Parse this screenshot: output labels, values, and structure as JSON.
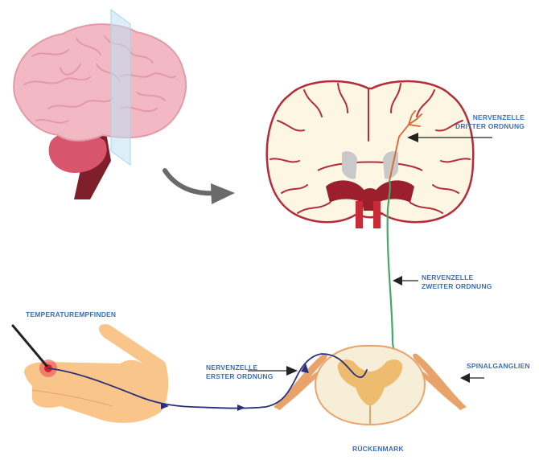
{
  "labels": {
    "temperature": "TEMPERATUREMPFINDEN",
    "first_order": [
      "NERVENZELLE",
      "ERSTER ORDNUNG"
    ],
    "second_order": [
      "NERVENZELLE",
      "ZWEITER ORDNUNG"
    ],
    "third_order": [
      "NERVENZELLE",
      "DRITTER ORDNUNG"
    ],
    "spinal_ganglia": "SPINALGANGLIEN",
    "spinal_cord": "RÜCKENMARK"
  },
  "colors": {
    "label": "#3d6fb6",
    "brain": "#f2b8c3",
    "brain_outline": "#e39aa8",
    "cerebellum": "#d9556e",
    "brainstem": "#7e1f2b",
    "section_fill": "#fcf6e2",
    "section_outline": "#b42b3a",
    "first_order_neuron": "#2a2f7a",
    "second_order_neuron": "#43a86a",
    "third_order_neuron": "#e0642a",
    "hand": "#f9c58a",
    "spinal_nerve": "#e8a36a",
    "arrow": "#6a6a6a"
  }
}
